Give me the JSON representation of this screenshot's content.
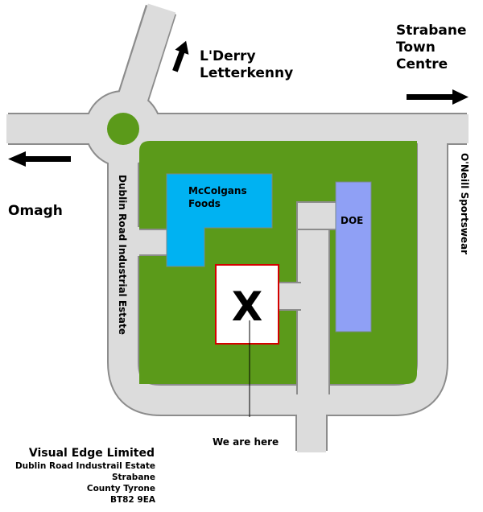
{
  "labels": {
    "lderry_line1": "L'Derry",
    "lderry_line2": "Letterkenny",
    "strabane_line1": "Strabane",
    "strabane_line2": "Town",
    "strabane_line3": "Centre",
    "omagh": "Omagh",
    "dublin_road": "Dublin Road Industrial Estate",
    "oneill": "O'Neill Sportswear",
    "mccolgans_line1": "McColgans",
    "mccolgans_line2": "Foods",
    "doe": "DOE",
    "we_are_here": "We are here",
    "site_marker": "X"
  },
  "address": {
    "company": "Visual Edge Limited",
    "line1": "Dublin Road Industrail Estate",
    "line2": "Strabane",
    "line3": "County Tyrone",
    "line4": "BT82 9EA"
  },
  "colors": {
    "grass": "#5b9a1a",
    "road": "#dcdcdc",
    "road_edge": "#8c8c8c",
    "mccolgans": "#00b2f2",
    "doe": "#8fa0f5",
    "site_fill": "#ffffff",
    "site_border": "#d40000"
  }
}
